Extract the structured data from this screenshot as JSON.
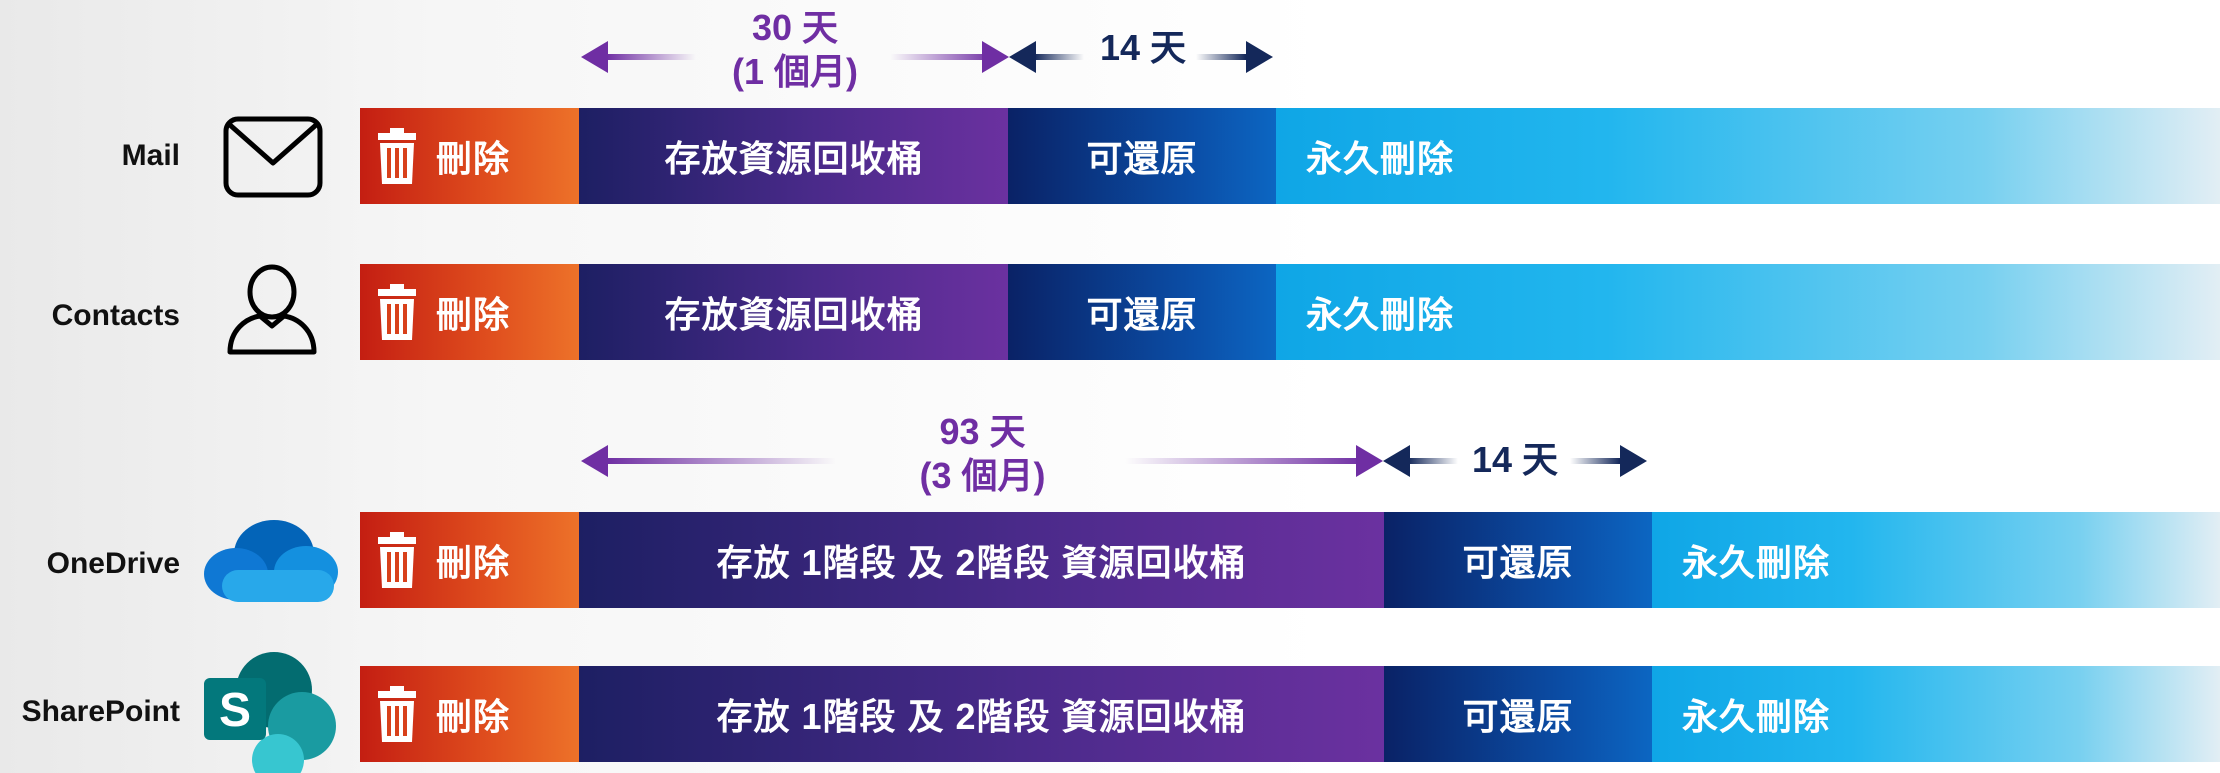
{
  "rows": [
    {
      "app": "Mail",
      "icon": "mail-icon",
      "delete_label": "刪除",
      "recycle_label": "存放資源回收桶",
      "restore_label": "可還原",
      "permanent_label": "永久刪除"
    },
    {
      "app": "Contacts",
      "icon": "contact-person-icon",
      "delete_label": "刪除",
      "recycle_label": "存放資源回收桶",
      "restore_label": "可還原",
      "permanent_label": "永久刪除"
    },
    {
      "app": "OneDrive",
      "icon": "onedrive-icon",
      "delete_label": "刪除",
      "recycle_label": "存放 1階段 及 2階段 資源回收桶",
      "restore_label": "可還原",
      "permanent_label": "永久刪除"
    },
    {
      "app": "SharePoint",
      "icon": "sharepoint-icon",
      "delete_label": "刪除",
      "recycle_label": "存放 1階段 及 2階段 資源回收桶",
      "restore_label": "可還原",
      "permanent_label": "永久刪除"
    }
  ],
  "timeline_top": {
    "recycle_days": "30 天",
    "recycle_months": "(1 個月)",
    "restore_days": "14 天"
  },
  "timeline_bottom": {
    "recycle_days": "93 天",
    "recycle_months": "(3 個月)",
    "restore_days": "14 天"
  },
  "colors": {
    "delete": "#e04f1e",
    "recycle": "#4a2a8a",
    "restore": "#0b4fa8",
    "permanent": "#22b6ee",
    "arrow_purple": "#6f2ea3",
    "arrow_navy": "#14285a"
  }
}
